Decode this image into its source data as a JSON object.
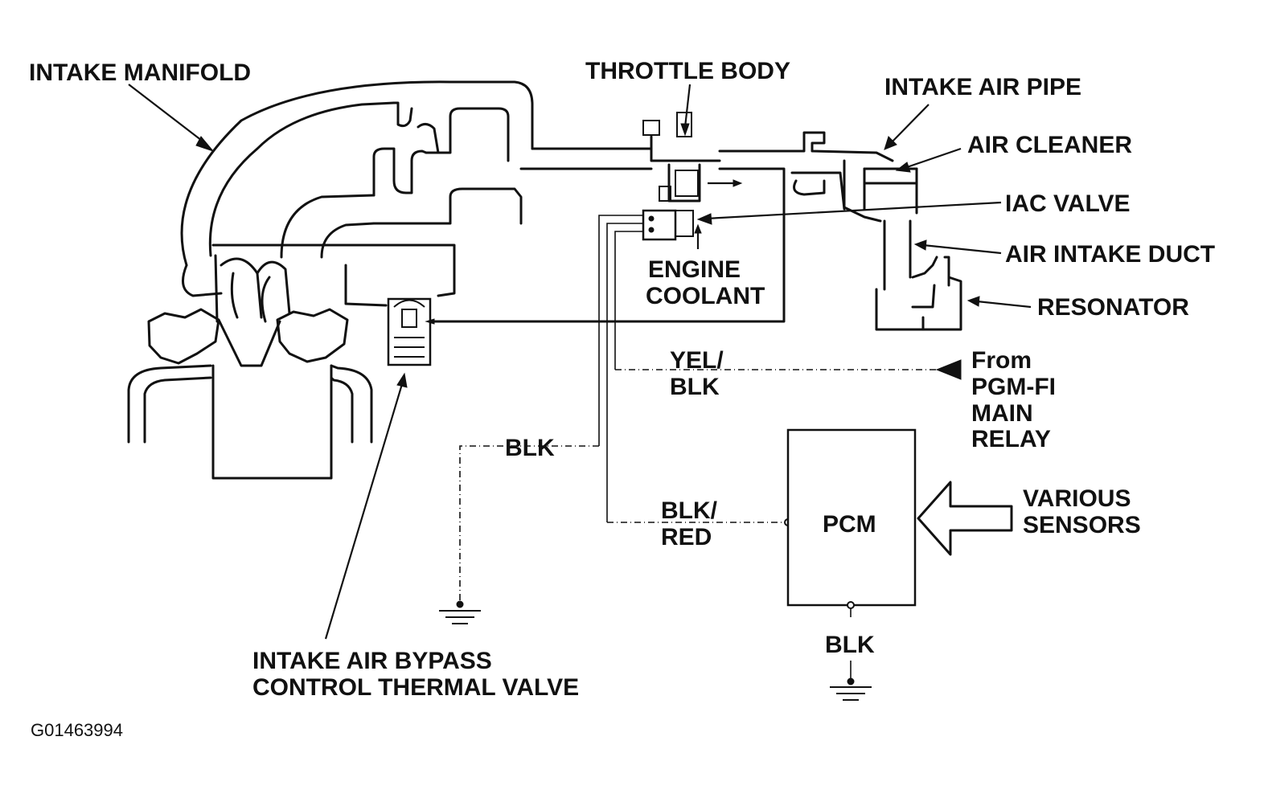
{
  "labels": {
    "intake_manifold": "INTAKE MANIFOLD",
    "throttle_body": "THROTTLE BODY",
    "intake_air_pipe": "INTAKE AIR PIPE",
    "air_cleaner": "AIR CLEANER",
    "iac_valve": "IAC VALVE",
    "air_intake_duct": "AIR INTAKE DUCT",
    "resonator": "RESONATOR",
    "engine_coolant_line1": "ENGINE",
    "engine_coolant_line2": "COOLANT",
    "from_relay_line1": "From",
    "from_relay_line2": "PGM-FI",
    "from_relay_line3": "MAIN",
    "from_relay_line4": "RELAY",
    "wire_yel_blk_line1": "YEL/",
    "wire_yel_blk_line2": "BLK",
    "wire_blk_ground": "BLK",
    "wire_blk_red_line1": "BLK/",
    "wire_blk_red_line2": "RED",
    "pcm": "PCM",
    "various_sensors_line1": "VARIOUS",
    "various_sensors_line2": "SENSORS",
    "pcm_ground_wire": "BLK",
    "bypass_valve_line1": "INTAKE AIR BYPASS",
    "bypass_valve_line2": "CONTROL THERMAL VALVE",
    "figure_id": "G01463994"
  }
}
